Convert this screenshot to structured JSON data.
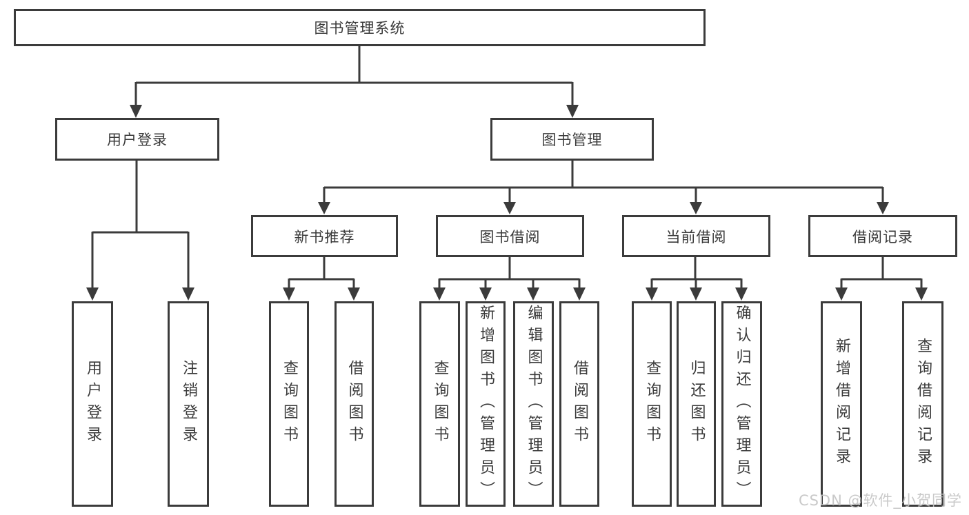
{
  "diagram": {
    "root": "图书管理系统",
    "level2": {
      "user_login": "用户登录",
      "book_management": "图书管理"
    },
    "level3": {
      "new_book_recommendation": "新书推荐",
      "book_borrowing": "图书借阅",
      "current_borrowing": "当前借阅",
      "borrowing_records": "借阅记录"
    },
    "leaves": {
      "user_login": "用户登录",
      "logout": "注销登录",
      "nb_query_books": "查询图书",
      "nb_borrow_books": "借阅图书",
      "bb_query_books": "查询图书",
      "bb_add_books_admin": "新增图书（管理员）",
      "bb_edit_books_admin": "编辑图书（管理员）",
      "bb_borrow_books": "借阅图书",
      "cb_query_books": "查询图书",
      "cb_return_books": "归还图书",
      "cb_confirm_return_admin": "确认归还（管理员）",
      "br_add_borrow_record": "新增借阅记录",
      "br_query_borrow_record": "查询借阅记录"
    }
  },
  "watermark": "CSDN @软件_小贺同学",
  "colors": {
    "line": "#3b3b3b",
    "text": "#3a3a3a",
    "background": "#ffffff",
    "watermark": "#c4c4c4"
  }
}
